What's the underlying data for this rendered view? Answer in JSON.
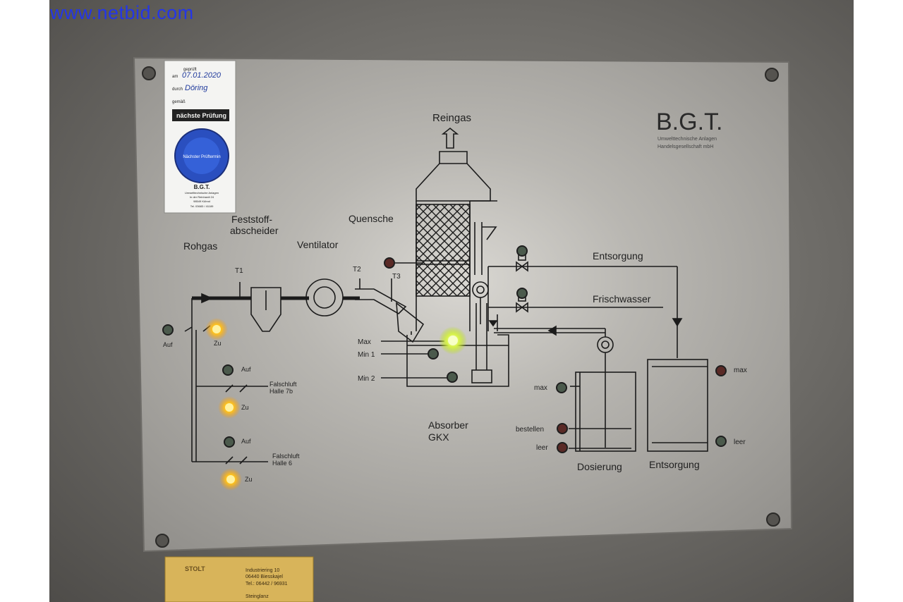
{
  "watermark": "www.netbid.com",
  "brand": {
    "name": "B.G.T.",
    "line1": "Umwelttechnische Anlagen",
    "line2": "Handelsgesellschaft mbH"
  },
  "sticker": {
    "geprueft": "geprüft",
    "am": "am",
    "date": "07.01.2020",
    "durch": "durch",
    "name": "Döring",
    "gemaess": "gemäß",
    "next": "nächste Prüfung",
    "seal": "Nächster Prüftermin",
    "company": "B.G.T.",
    "addr1": "Umwelttechnische Anlagen",
    "addr2": "In der Reinhardt 24",
    "addr3": "98549 Kühnd",
    "tel": "Tel. 03683 / 41189"
  },
  "labels": {
    "reingas": "Reingas",
    "feststoff1": "Feststoff-",
    "feststoff2": "abscheider",
    "quensche": "Quensche",
    "rohgas": "Rohgas",
    "ventilator": "Ventilator",
    "t1": "T1",
    "t2": "T2",
    "t3": "T3",
    "entsorgung_line": "Entsorgung",
    "frischwasser": "Frischwasser",
    "max": "Max",
    "min1": "Min 1",
    "min2": "Min 2",
    "auf": "Auf",
    "zu": "Zu",
    "falschluft1a": "Falschluft",
    "falschluft1b": "Halle 7b",
    "falschluft2a": "Falschluft",
    "falschluft2b": "Halle 6",
    "absorber1": "Absorber",
    "absorber2": "GKX",
    "d_max": "max",
    "d_bestellen": "bestellen",
    "d_leer": "leer",
    "e_max": "max",
    "e_leer": "leer",
    "dosierung": "Dosierung",
    "entsorgung_tank": "Entsorgung"
  },
  "bottom_label": {
    "brand": "STOLT",
    "street": "Industriering 10",
    "city": "06440 Biesskajel",
    "tel": "Tel.: 06442 / 96931",
    "type": "Steinglanz"
  },
  "colors": {
    "panel": "#a3a19d",
    "ink": "#1b1b1b",
    "led_yellow": "#fdc21a",
    "led_green": "#e8f76a",
    "led_off": "#3f4a40"
  }
}
